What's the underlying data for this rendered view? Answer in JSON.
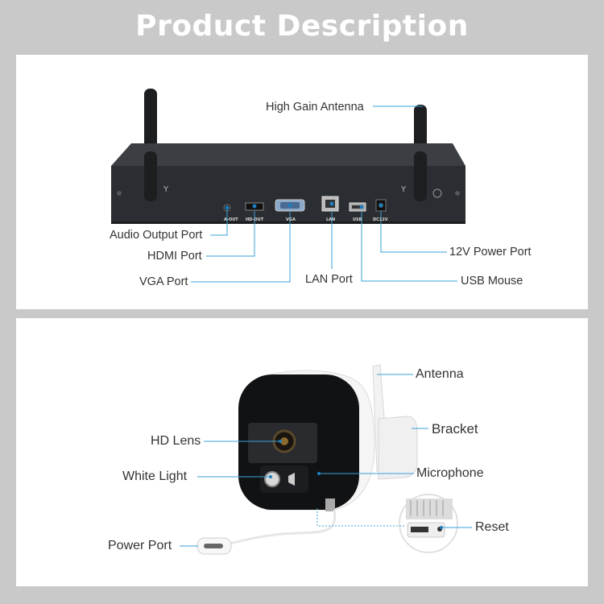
{
  "title": "Product Description",
  "nvr": {
    "labels": {
      "antenna": "High Gain Antenna",
      "audio": "Audio Output Port",
      "hdmi": "HDMI Port",
      "vga": "VGA Port",
      "lan": "LAN Port",
      "usb": "USB Mouse",
      "power": "12V Power Port"
    },
    "port_marks": {
      "aout": "A-OUT",
      "hdout": "HD-OUT",
      "vga": "VGA",
      "lan": "LAN",
      "usb": "USB",
      "dc": "DC12V"
    }
  },
  "camera": {
    "labels": {
      "antenna": "Antenna",
      "bracket": "Bracket",
      "lens": "HD Lens",
      "light": "White Light",
      "microphone": "Microphone",
      "reset": "Reset",
      "power": "Power Port"
    }
  },
  "colors": {
    "background": "#c9c9c9",
    "panel": "#ffffff",
    "leader_line": "#3aa0d8",
    "nvr_body": "#2e3236"
  }
}
